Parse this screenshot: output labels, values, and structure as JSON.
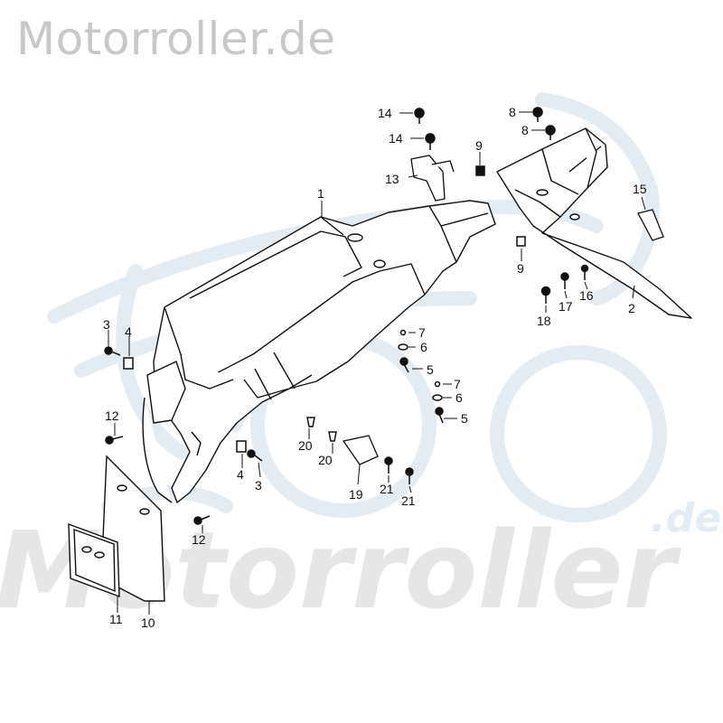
{
  "header": {
    "site_title": "Motorroller.de"
  },
  "watermark": {
    "brand": "Motorroller",
    "suffix": ".de"
  },
  "colors": {
    "watermark_blue": "#e3ebf3",
    "watermark_grey": "#e6e6e6",
    "line": "#111111"
  },
  "parts": {
    "p1": "1",
    "p2": "2",
    "p3a": "3",
    "p3b": "3",
    "p4a": "4",
    "p4b": "4",
    "p5a": "5",
    "p5b": "5",
    "p6a": "6",
    "p6b": "6",
    "p7a": "7",
    "p7b": "7",
    "p8a": "8",
    "p8b": "8",
    "p9a": "9",
    "p9b": "9",
    "p10": "10",
    "p11": "11",
    "p12a": "12",
    "p12b": "12",
    "p13": "13",
    "p14a": "14",
    "p14b": "14",
    "p15": "15",
    "p16": "16",
    "p17": "17",
    "p18": "18",
    "p19": "19",
    "p20a": "20",
    "p20b": "20",
    "p21a": "21",
    "p21b": "21"
  }
}
